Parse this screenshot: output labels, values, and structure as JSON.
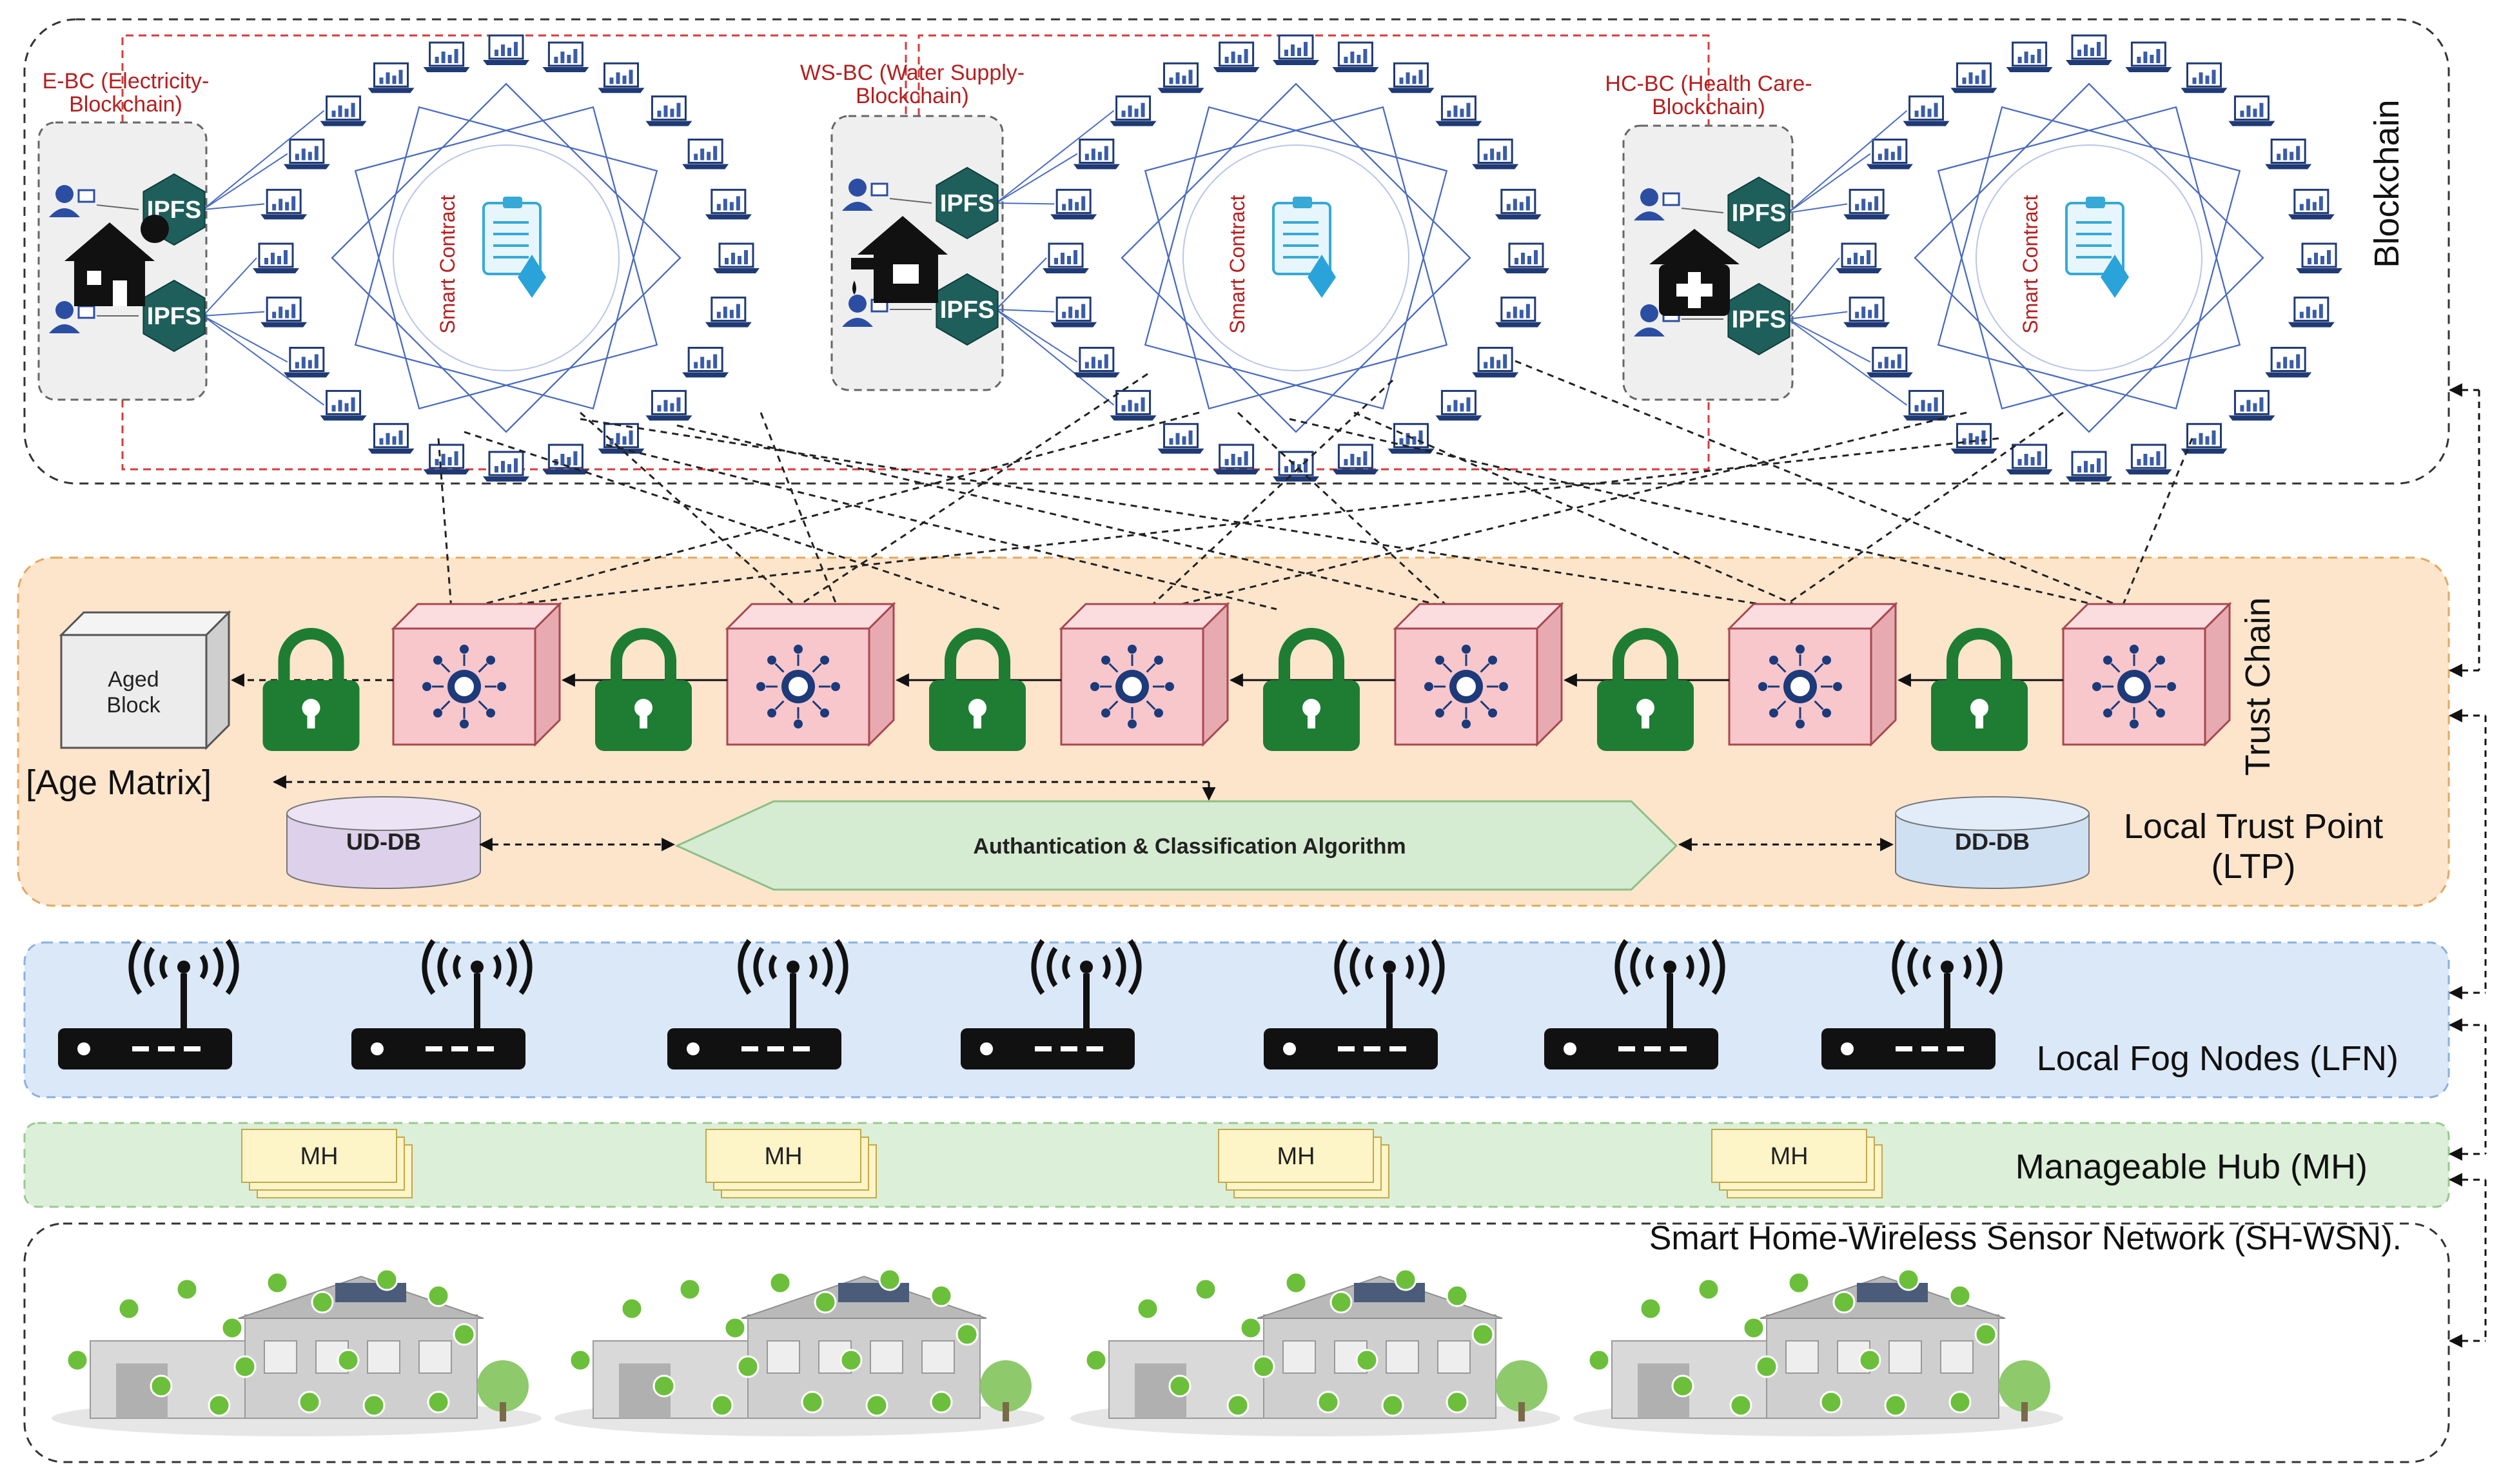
{
  "layers": {
    "blockchain": "Blockchain",
    "trust_chain": "Trust Chain",
    "ltp": "Local Trust Point\n(LTP)",
    "lfn": "Local Fog Nodes (LFN)",
    "mh": "Manageable Hub (MH)",
    "shwsn": "Smart Home-Wireless Sensor Network (SH-WSN)."
  },
  "blockchains": [
    {
      "name": "E-BC (Electricity-\nBlockchain)",
      "icon": "electric-home-icon"
    },
    {
      "name": "WS-BC (Water Supply-\nBlockchain)",
      "icon": "water-supply-home-icon"
    },
    {
      "name": "HC-BC (Health Care-\nBlockchain)",
      "icon": "health-care-icon"
    }
  ],
  "ipfs_label": "IPFS",
  "smart_contract_label": "Smart Contract",
  "aged_block": "Aged\nBlock",
  "age_matrix": "[Age Matrix]",
  "ud_db": "UD-DB",
  "dd_db": "DD-DB",
  "algorithm": "Authantication & Classification Algorithm",
  "mh_label": "MH",
  "colors": {
    "red_dashed": "#d83a3a",
    "ltp_bg": "#fde5cc",
    "lfn_bg": "#dbe8f8",
    "mh_bg": "#dcefd9",
    "lock_green": "#1e7d32",
    "block_pink": "#f7c7cc",
    "network_blue": "#3a5ca8"
  }
}
